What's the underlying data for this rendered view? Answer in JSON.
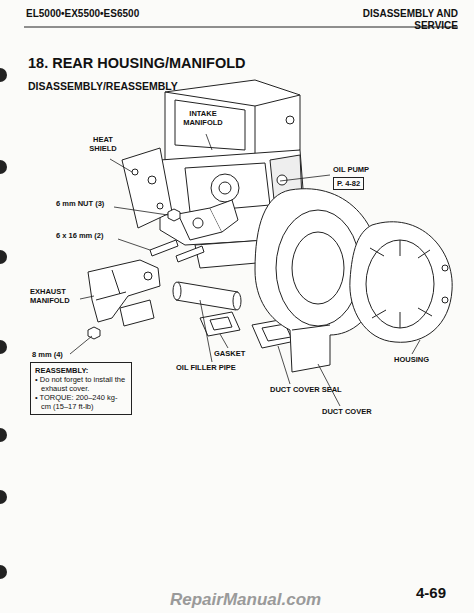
{
  "diagram": {
    "title": "18. REAR HOUSING/MANIFOLD",
    "nodes": [
      {
        "text": [
          "P. 4-82"
        ]
      },
      {
        "text": [
          "REASSEMBLY:",
          "• Do not forget to install the exhaust cover.",
          "• TORQUE: 200–240 kg-cm (15–17 ft-lb)"
        ]
      }
    ],
    "labels": [
      "EL5000•EX5500•ES6500",
      "DISASSEMBLY AND SERVICE",
      "DISASSEMBLY/REASSEMBLY",
      "INTAKE MANIFOLD",
      "HEAT SHIELD",
      "OIL PUMP",
      "6 mm NUT (3)",
      "6 x 16 mm (2)",
      "EXHAUST MANIFOLD",
      "8 mm (4)",
      "GASKET",
      "OIL FILLER PIPE",
      "DUCT COVER SEAL",
      "DUCT COVER",
      "HOUSING",
      "4-69",
      "RepairManual.com"
    ]
  }
}
